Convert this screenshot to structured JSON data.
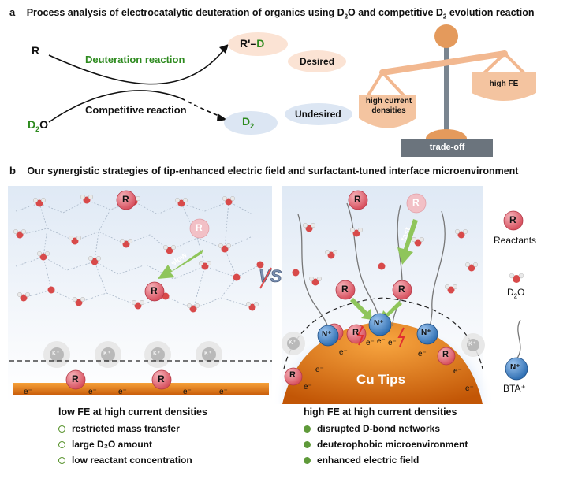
{
  "part_a": {
    "letter": "a",
    "title_pre": "Process analysis of electrocatalytic deuteration of organics using D",
    "title_mid": "O and competitive D",
    "title_post": " evolution reaction",
    "sub2": "2",
    "reactant_R": "R",
    "reactant_D2O_base": "D",
    "reactant_D2O_sub": "2",
    "reactant_D2O_end": "O",
    "deuteration_label": "Deuteration reaction",
    "competitive_label": "Competitive reaction",
    "product_prefix": "R'",
    "product_dash": "–",
    "product_D": "D",
    "d2_base": "D",
    "d2_sub": "2",
    "desired": "Desired",
    "undesired": "Undesired",
    "scale_left": "high current densities",
    "scale_right": "high FE",
    "tradeoff": "trade-off"
  },
  "part_b": {
    "letter": "b",
    "title": "Our synergistic strategies of tip-enhanced electric field and surfactant-tuned interface microenvironment",
    "vs": "VS",
    "slow": "slow",
    "fast": "fast",
    "cu_tips": "Cu Tips",
    "r_label": "R",
    "n_label": "N⁺",
    "k_label": "K⁺",
    "e_label": "e⁻",
    "legend": {
      "reactants": "Reactants",
      "d2o_base": "D",
      "d2o_sub": "2",
      "d2o_end": "O",
      "bta": "BTA⁺"
    },
    "left_caption": {
      "title": "low FE at high current densities",
      "items": [
        "restricted mass transfer",
        "large D₂O amount",
        "low reactant concentration"
      ]
    },
    "right_caption": {
      "title": "high FE at high current densities",
      "items": [
        "disrupted D-bond networks",
        "deuterophobic microenvironment",
        "enhanced electric field"
      ]
    }
  },
  "colors": {
    "green_text": "#2e8b1f",
    "pink_reactant": "#e8808a",
    "blue_bta": "#4a86c8",
    "copper": "#e07a10",
    "balance_orange": "#f2b890",
    "balance_gray": "#7a8590"
  }
}
